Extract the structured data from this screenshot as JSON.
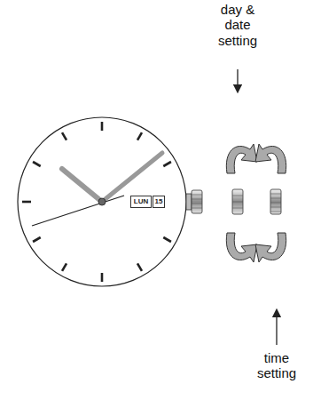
{
  "diagram": {
    "nodes": [
      {
        "text": [
          "LUN"
        ]
      },
      {
        "text": [
          "15"
        ]
      }
    ],
    "labels": [
      "day & date setting",
      "time setting"
    ]
  }
}
